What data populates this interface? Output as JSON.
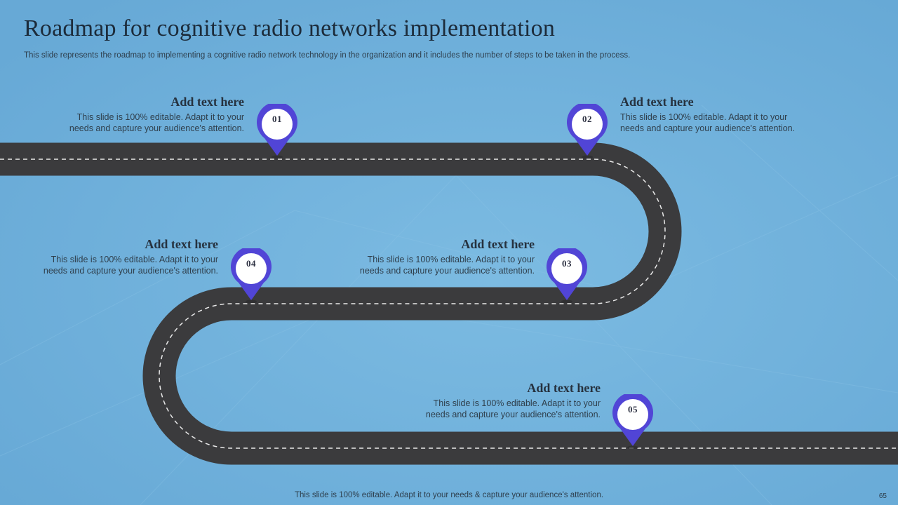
{
  "title": "Roadmap for cognitive radio networks implementation",
  "subtitle": "This slide represents the roadmap to implementing a cognitive radio network technology in the organization and it includes the number of steps to be taken in the process.",
  "steps": [
    {
      "number": "01",
      "heading": "Add text here",
      "description": "This slide is 100% editable. Adapt it to your needs and capture your audience's attention."
    },
    {
      "number": "02",
      "heading": "Add text here",
      "description": "This slide is 100% editable. Adapt it to your needs and capture your audience's attention."
    },
    {
      "number": "03",
      "heading": "Add text here",
      "description": "This slide is 100% editable. Adapt it to your needs and capture your audience's attention."
    },
    {
      "number": "04",
      "heading": "Add text here",
      "description": "This slide is 100% editable. Adapt it to your needs and capture your audience's attention."
    },
    {
      "number": "05",
      "heading": "Add text here",
      "description": "This slide is 100% editable. Adapt it to your needs and capture your audience's attention."
    }
  ],
  "footer": "This slide is 100% editable. Adapt it to your needs & capture your audience's attention.",
  "page_number": "65",
  "colors": {
    "background": "#6fb0da",
    "road": "#3b3b3d",
    "road_dash": "#e9e9e9",
    "pin": "#5145d6",
    "title_text": "#1c2b3a"
  }
}
